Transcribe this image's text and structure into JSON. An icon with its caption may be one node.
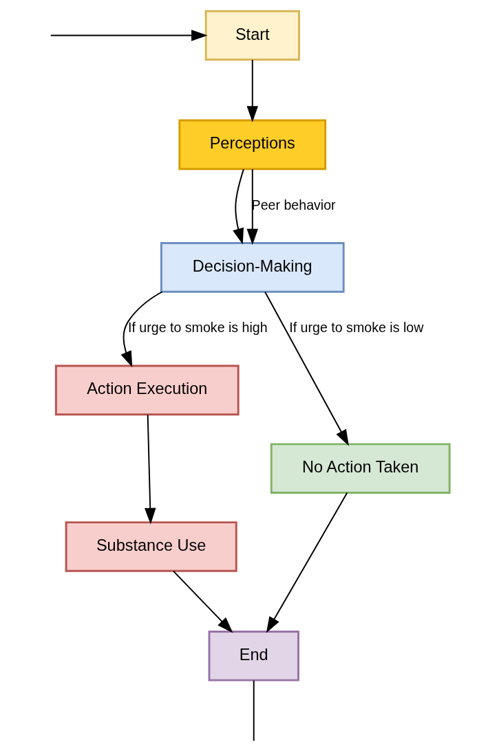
{
  "diagram": {
    "nodes": [
      {
        "text": [
          "Start"
        ]
      },
      {
        "text": [
          "Perceptions"
        ]
      },
      {
        "text": [
          "Decision-Making"
        ]
      },
      {
        "text": [
          "Action Execution"
        ]
      },
      {
        "text": [
          "No Action Taken"
        ]
      },
      {
        "text": [
          "Substance Use"
        ]
      },
      {
        "text": [
          "End"
        ]
      }
    ],
    "edges": [
      {
        "from": null,
        "to": 0,
        "arrow": "to"
      },
      {
        "from": 0,
        "to": 1,
        "arrow": "to"
      },
      {
        "from": 1,
        "to": 2,
        "arrow": "to"
      },
      {
        "from": 1,
        "to": 2,
        "label": "Peer behavior",
        "arrow": "to"
      },
      {
        "from": 2,
        "to": 3,
        "label": "If urge to smoke is high",
        "arrow": "to"
      },
      {
        "from": 2,
        "to": 4,
        "label": "If urge to smoke is low",
        "arrow": "to"
      },
      {
        "from": 3,
        "to": 5,
        "arrow": "to"
      },
      {
        "from": 5,
        "to": 6,
        "arrow": "to"
      },
      {
        "from": 4,
        "to": 6,
        "arrow": "to"
      },
      {
        "from": 6,
        "to": null,
        "arrow": "none"
      }
    ]
  }
}
